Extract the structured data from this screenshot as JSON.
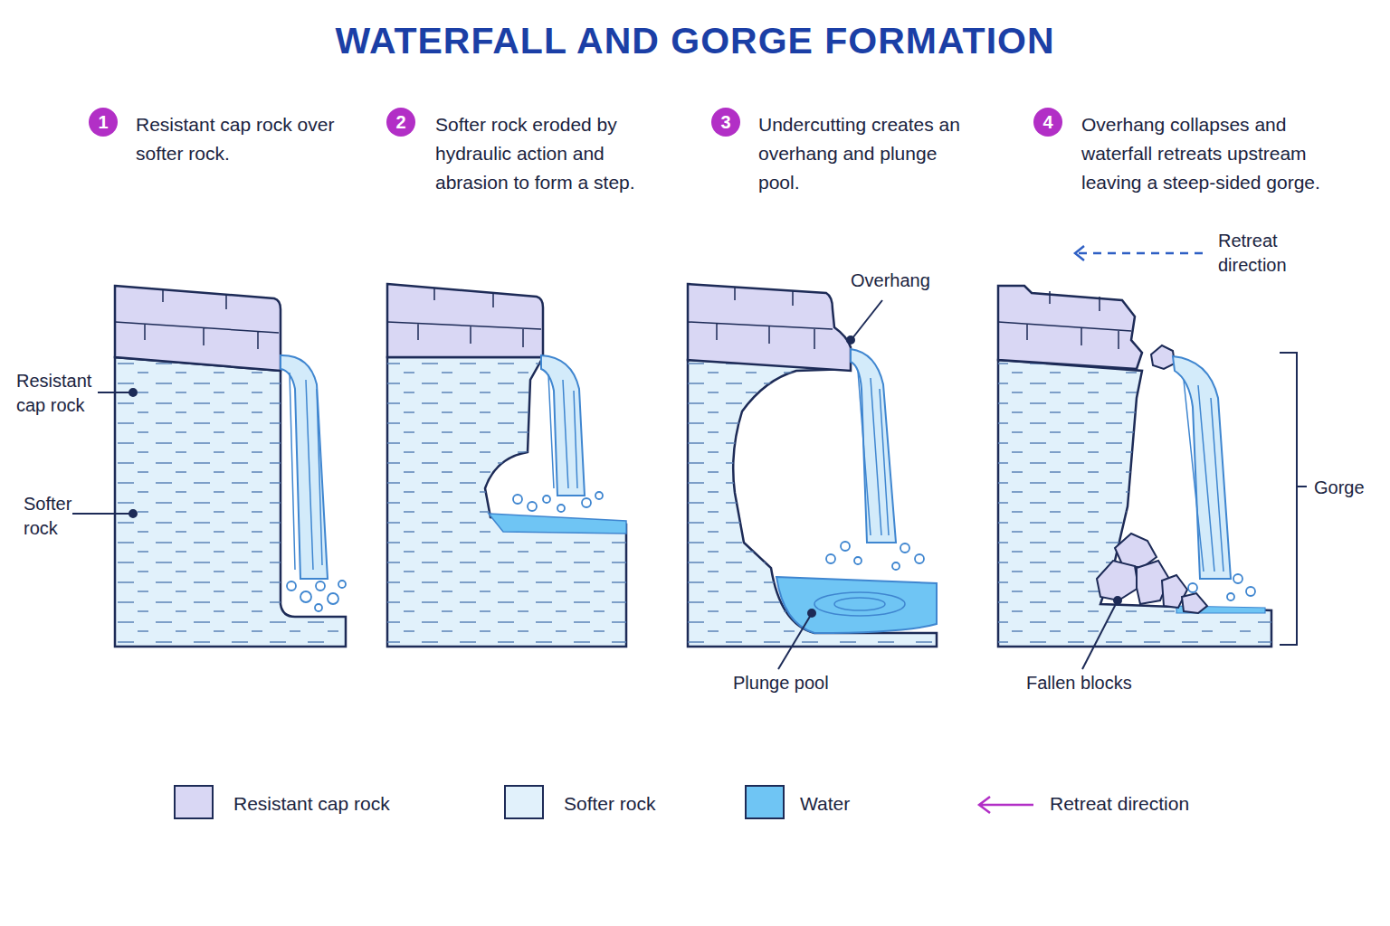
{
  "diagram": {
    "title": "WATERFALL AND GORGE FORMATION",
    "nodes": [
      {
        "text": [
          "1"
        ]
      },
      {
        "text": [
          "2"
        ]
      },
      {
        "text": [
          "3"
        ]
      },
      {
        "text": [
          "4"
        ]
      }
    ],
    "labels": [
      "Resistant cap rock over softer rock.",
      "Softer rock eroded by hydraulic action and abrasion to form a step.",
      "Undercutting creates an overhang and plunge pool.",
      "Overhang collapses and waterfall retreats upstream leaving a steep-sided gorge.",
      "Resistant cap rock",
      "Softer rock",
      "Overhang",
      "Retreat direction",
      "Plunge pool",
      "Fallen blocks",
      "Gorge"
    ],
    "legend": [
      {
        "text": "Resistant cap rock",
        "color": "#d9d7f4"
      },
      {
        "text": "Softer rock",
        "color": "#e1f1fb"
      },
      {
        "text": "Water",
        "color": "#6fc5f4"
      },
      {
        "text": "Retreat direction"
      }
    ]
  }
}
